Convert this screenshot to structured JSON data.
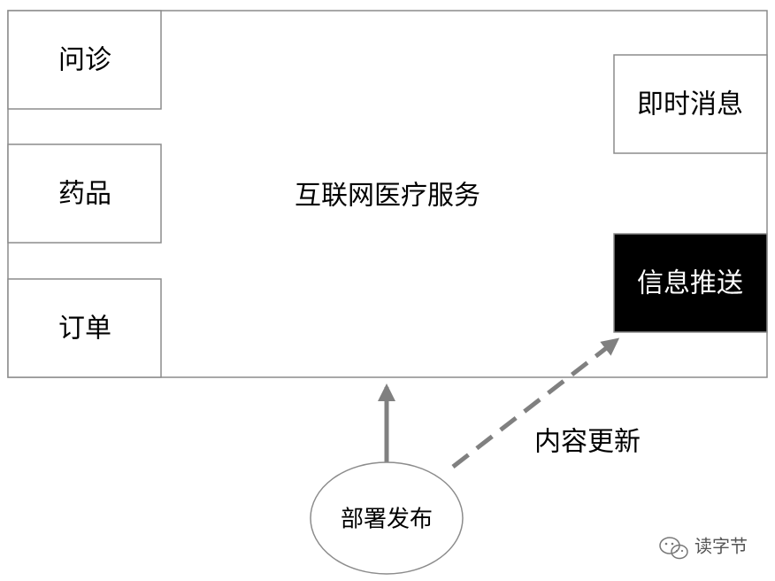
{
  "diagram": {
    "main_box": {
      "label": "互联网医疗服务"
    },
    "left_modules": [
      {
        "id": "consultation",
        "label": "问诊"
      },
      {
        "id": "medicine",
        "label": "药品"
      },
      {
        "id": "order",
        "label": "订单"
      }
    ],
    "right_modules": [
      {
        "id": "instant-message",
        "label": "即时消息",
        "style": "outline"
      },
      {
        "id": "message-push",
        "label": "信息推送",
        "style": "filled"
      }
    ],
    "deploy_node": {
      "label": "部署发布"
    },
    "content_update_label": "内容更新",
    "watermark": {
      "text": "读字节",
      "icon": "wechat-icon"
    },
    "colors": {
      "stroke": "#8c8c8c",
      "arrow": "#808080",
      "highlight_fill": "#000000",
      "highlight_text": "#ffffff",
      "watermark": "#555555"
    }
  }
}
